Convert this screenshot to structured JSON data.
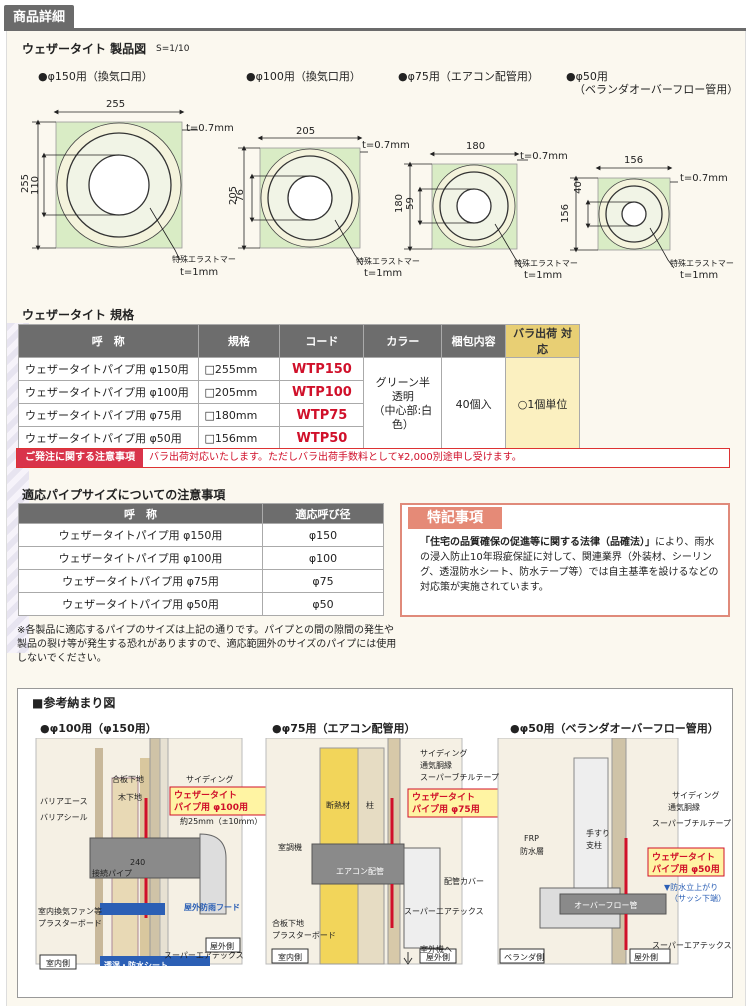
{
  "tab": {
    "label": "商品詳細"
  },
  "drawing": {
    "title": "ウェザータイト 製品図",
    "scale": "S=1/10",
    "items": [
      {
        "label": "●φ150用（換気口用）",
        "width": "255",
        "height": "255",
        "inner": "110",
        "t_top": "t=0.7mm",
        "elastomer": "特殊エラストマー",
        "t_bottom": "t=1mm"
      },
      {
        "label": "●φ100用（換気口用）",
        "width": "205",
        "height": "205",
        "inner": "76",
        "t_top": "t=0.7mm",
        "elastomer": "特殊エラストマー",
        "t_bottom": "t=1mm"
      },
      {
        "label": "●φ75用（エアコン配管用）",
        "width": "180",
        "height": "180",
        "inner": "59",
        "t_top": "t=0.7mm",
        "elastomer": "特殊エラストマー",
        "t_bottom": "t=1mm"
      },
      {
        "label": "●φ50用",
        "label2": "（ベランダオーバーフロー管用）",
        "width": "156",
        "height": "156",
        "inner": "40",
        "t_top": "t=0.7mm",
        "elastomer": "特殊エラストマー",
        "t_bottom": "t=1mm"
      }
    ]
  },
  "spec": {
    "title": "ウェザータイト 規格",
    "headers": [
      "呼　称",
      "規格",
      "コード",
      "カラー",
      "梱包内容",
      "バラ出荷 対応"
    ],
    "rows": [
      {
        "name": "ウェザータイトパイプ用 φ150用",
        "size": "□255mm",
        "code": "WTP150"
      },
      {
        "name": "ウェザータイトパイプ用 φ100用",
        "size": "□205mm",
        "code": "WTP100"
      },
      {
        "name": "ウェザータイトパイプ用 φ75用",
        "size": "□180mm",
        "code": "WTP75"
      },
      {
        "name": "ウェザータイトパイプ用 φ50用",
        "size": "□156mm",
        "code": "WTP50"
      }
    ],
    "color": "グリーン半透明",
    "color2": "（中心部:白色）",
    "pack": "40個入",
    "bulk": "○1個単位"
  },
  "order_notice": {
    "label": "ご発注に関する注意事項",
    "text": "バラ出荷対応いたします。ただしバラ出荷手数料として¥2,000別途申し受けます。"
  },
  "pipe": {
    "title": "適応パイプサイズについての注意事項",
    "headers": [
      "呼　称",
      "適応呼び径"
    ],
    "rows": [
      {
        "name": "ウェザータイトパイプ用 φ150用",
        "dia": "φ150"
      },
      {
        "name": "ウェザータイトパイプ用 φ100用",
        "dia": "φ100"
      },
      {
        "name": "ウェザータイトパイプ用 φ75用",
        "dia": "φ75"
      },
      {
        "name": "ウェザータイトパイプ用 φ50用",
        "dia": "φ50"
      }
    ],
    "note": "※各製品に適応するパイプのサイズは上記の通りです。パイプとの間の隙間の発生や製品の裂け等が発生する恐れがありますので、適応範囲外のサイズのパイプには使用しないでください。"
  },
  "special": {
    "title": "特記事項",
    "body_bold": "「住宅の品質確保の促進等に関する法律（品確法）」",
    "body": "により、雨水の浸入防止10年瑕疵保証に対して、関連業界（外装材、シーリング、透湿防水シート、防水テープ等）では自主基準を設けるなどの対応策が実施されています。"
  },
  "reference": {
    "title": "■参考納まり図",
    "panels": [
      {
        "label": "●φ100用（φ150用）",
        "callout1": "ウェザータイト",
        "callout2": "パイプ用 φ100用",
        "labels": [
          "合板下地",
          "サイディング",
          "バリアエース",
          "バリアシール",
          "木下地",
          "接続パイプ",
          "240",
          "約25mm（±10mm）",
          "室内換気ファン等",
          "プラスターボード",
          "屋外防雨フード",
          "屋外側",
          "スーパーエアテックス",
          "透湿・防水シート",
          "室内側"
        ]
      },
      {
        "label": "●φ75用（エアコン配管用）",
        "callout1": "ウェザータイト",
        "callout2": "パイプ用 φ75用",
        "labels": [
          "サイディング",
          "通気胴縁",
          "スーパーブチルテープ",
          "断熱材",
          "柱",
          "室調機",
          "エアコン配管",
          "配管カバー",
          "合板下地",
          "プラスターボード",
          "スーパーエアテックス",
          "室外機へ",
          "室内側",
          "屋外側"
        ]
      },
      {
        "label": "●φ50用（ベランダオーバーフロー管用）",
        "callout1": "ウェザータイト",
        "callout2": "パイプ用 φ50用",
        "labels": [
          "サイディング",
          "通気胴縁",
          "スーパーブチルテープ",
          "手すり",
          "支柱",
          "FRP",
          "防水層",
          "▼防水立上がり",
          "（サッシ下端）",
          "オーバーフロー管",
          "スーパーエアテックス",
          "ベランダ側",
          "屋外側"
        ]
      }
    ]
  },
  "colors": {
    "green": "#d9ecc5",
    "red": "#d0102a",
    "tab": "#6b6b6b",
    "yellow": "#fbf0c0"
  }
}
